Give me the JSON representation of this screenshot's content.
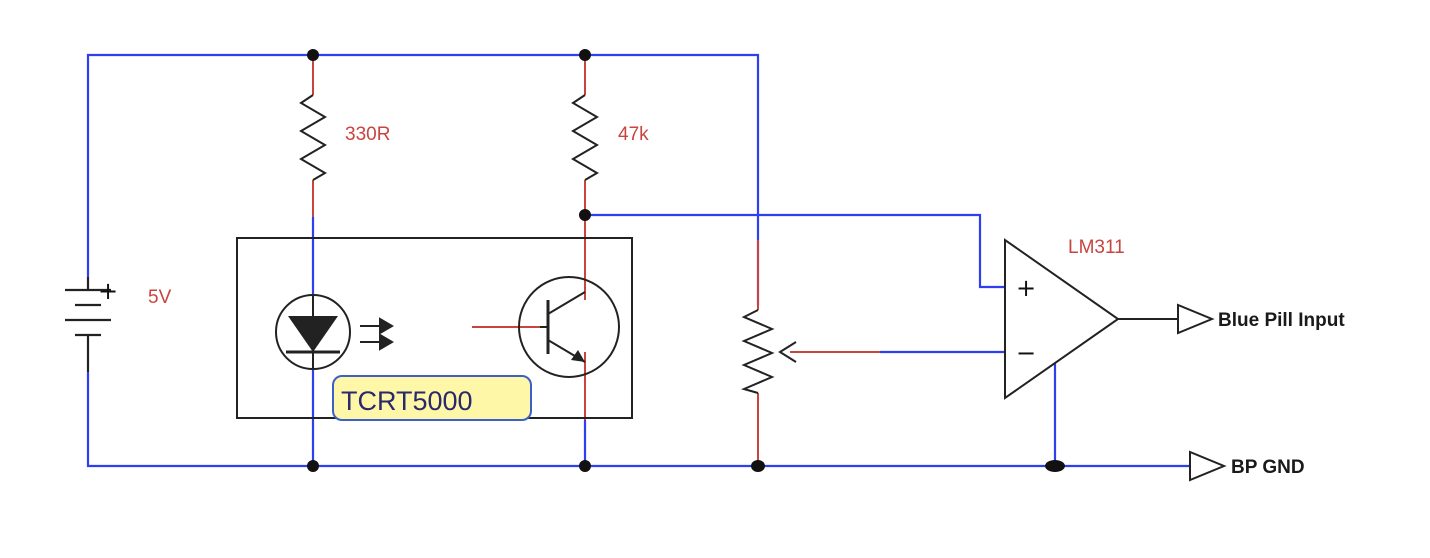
{
  "colors": {
    "wire": "#2e3ff0",
    "lead": "#c8443f",
    "component": "#222222",
    "label_red": "#c8443f",
    "chip_label_bg": "#fff7a8",
    "chip_label_border": "#3f5fc8"
  },
  "components": {
    "battery": {
      "plus_sign": "+",
      "label": "5V"
    },
    "resistor_led": {
      "label": "330R"
    },
    "resistor_pullup": {
      "label": "47k"
    },
    "sensor": {
      "label": "TCRT5000"
    },
    "comparator": {
      "label": "LM311",
      "plus_sign": "+",
      "minus_sign": "−"
    }
  },
  "ports": {
    "output": {
      "label": "Blue Pill Input"
    },
    "ground": {
      "label": "BP GND"
    }
  }
}
